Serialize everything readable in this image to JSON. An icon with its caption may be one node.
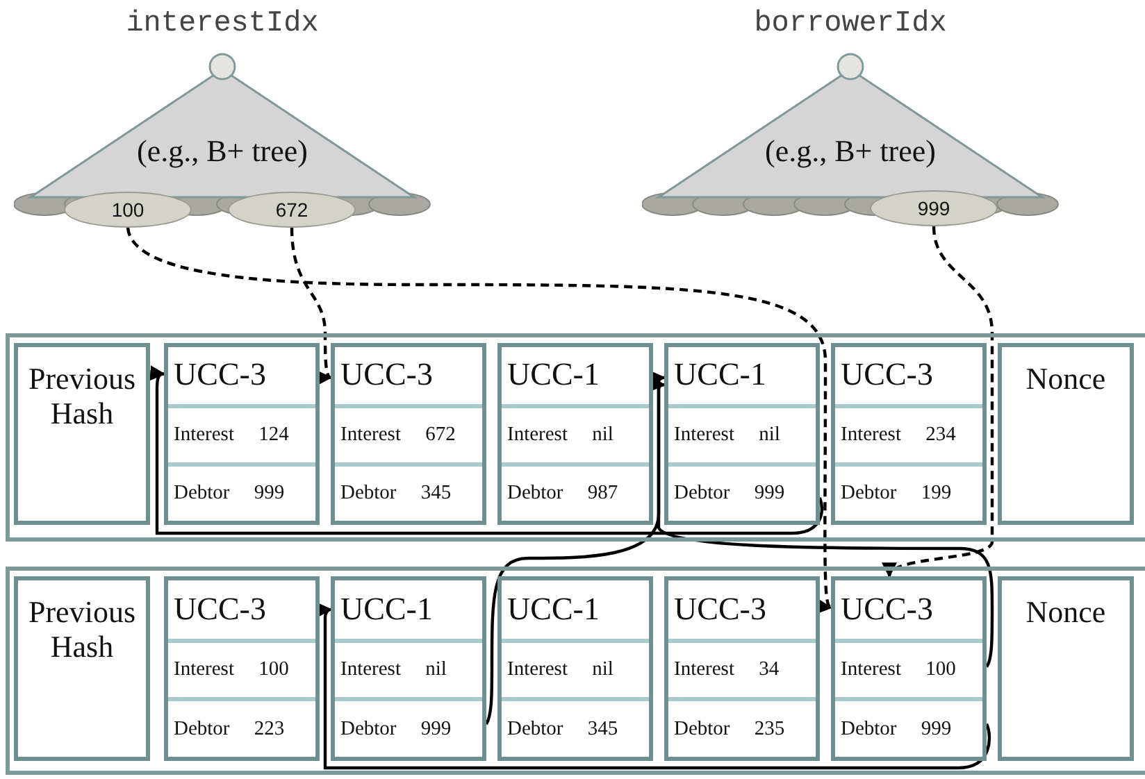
{
  "diagram": {
    "nodes": [
      {
        "text": [
          "interestIdx",
          "(e.g., B+ tree)"
        ]
      },
      {
        "text": [
          "100"
        ]
      },
      {
        "text": [
          "672"
        ]
      },
      {
        "text": [
          "borrowerIdx",
          "(e.g., B+ tree)"
        ]
      },
      {
        "text": [
          "999"
        ]
      },
      {
        "text": [],
        "shape": "box"
      },
      {
        "text": [
          "Previous Hash"
        ],
        "in": 5
      },
      {
        "text": [
          "UCC-3",
          "Interest 124",
          "Debtor 999"
        ],
        "in": 5
      },
      {
        "text": [
          "UCC-3",
          "Interest 672",
          "Debtor 345"
        ],
        "in": 5
      },
      {
        "text": [
          "UCC-1",
          "Interest nil",
          "Debtor 987"
        ],
        "in": 5
      },
      {
        "text": [
          "UCC-1",
          "Interest nil",
          "Debtor 999"
        ],
        "in": 5
      },
      {
        "text": [
          "UCC-3",
          "Interest 234",
          "Debtor 199"
        ],
        "in": 5
      },
      {
        "text": [
          "Nonce"
        ],
        "in": 5
      },
      {
        "text": [],
        "shape": "box"
      },
      {
        "text": [
          "Previous Hash"
        ],
        "in": 13
      },
      {
        "text": [
          "UCC-3",
          "Interest 100",
          "Debtor 223"
        ],
        "in": 13
      },
      {
        "text": [
          "UCC-1",
          "Interest nil",
          "Debtor 999"
        ],
        "in": 13
      },
      {
        "text": [
          "UCC-1",
          "Interest nil",
          "Debtor 345"
        ],
        "in": 13
      },
      {
        "text": [
          "UCC-3",
          "Interest 34",
          "Debtor 235"
        ],
        "in": 13
      },
      {
        "text": [
          "UCC-3",
          "Interest 100",
          "Debtor 999"
        ],
        "in": 13
      },
      {
        "text": [
          "Nonce"
        ],
        "in": 13
      }
    ],
    "edges": [
      {
        "from": 1,
        "to": 19,
        "arrow": "to",
        "style": "dashed"
      },
      {
        "from": 2,
        "to": 8,
        "arrow": "to",
        "style": "dashed"
      },
      {
        "from": 4,
        "to": 19,
        "arrow": "to",
        "style": "dashed"
      },
      {
        "from": 10,
        "to": 7,
        "arrow": "to"
      },
      {
        "from": 16,
        "to": 10,
        "arrow": "to"
      },
      {
        "from": 19,
        "to": 16,
        "arrow": "to"
      },
      {
        "from": 19,
        "to": 10,
        "arrow": "to"
      }
    ]
  }
}
